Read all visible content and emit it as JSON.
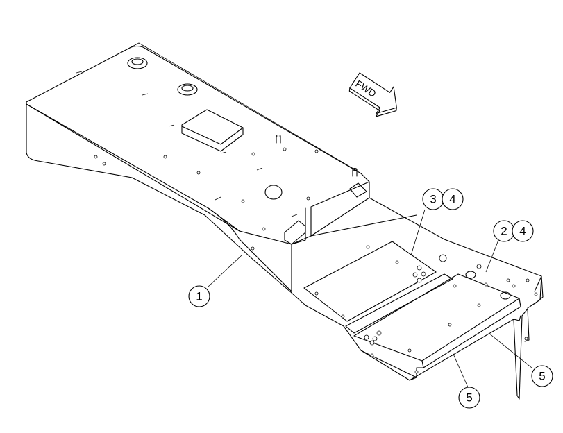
{
  "fwd_label": "FWD",
  "callouts": {
    "c1": "1",
    "c2": "2",
    "c3": "3",
    "c4a": "4",
    "c4b": "4",
    "c5a": "5",
    "c5b": "5"
  },
  "colors": {
    "line": "#000000",
    "background": "#ffffff"
  }
}
